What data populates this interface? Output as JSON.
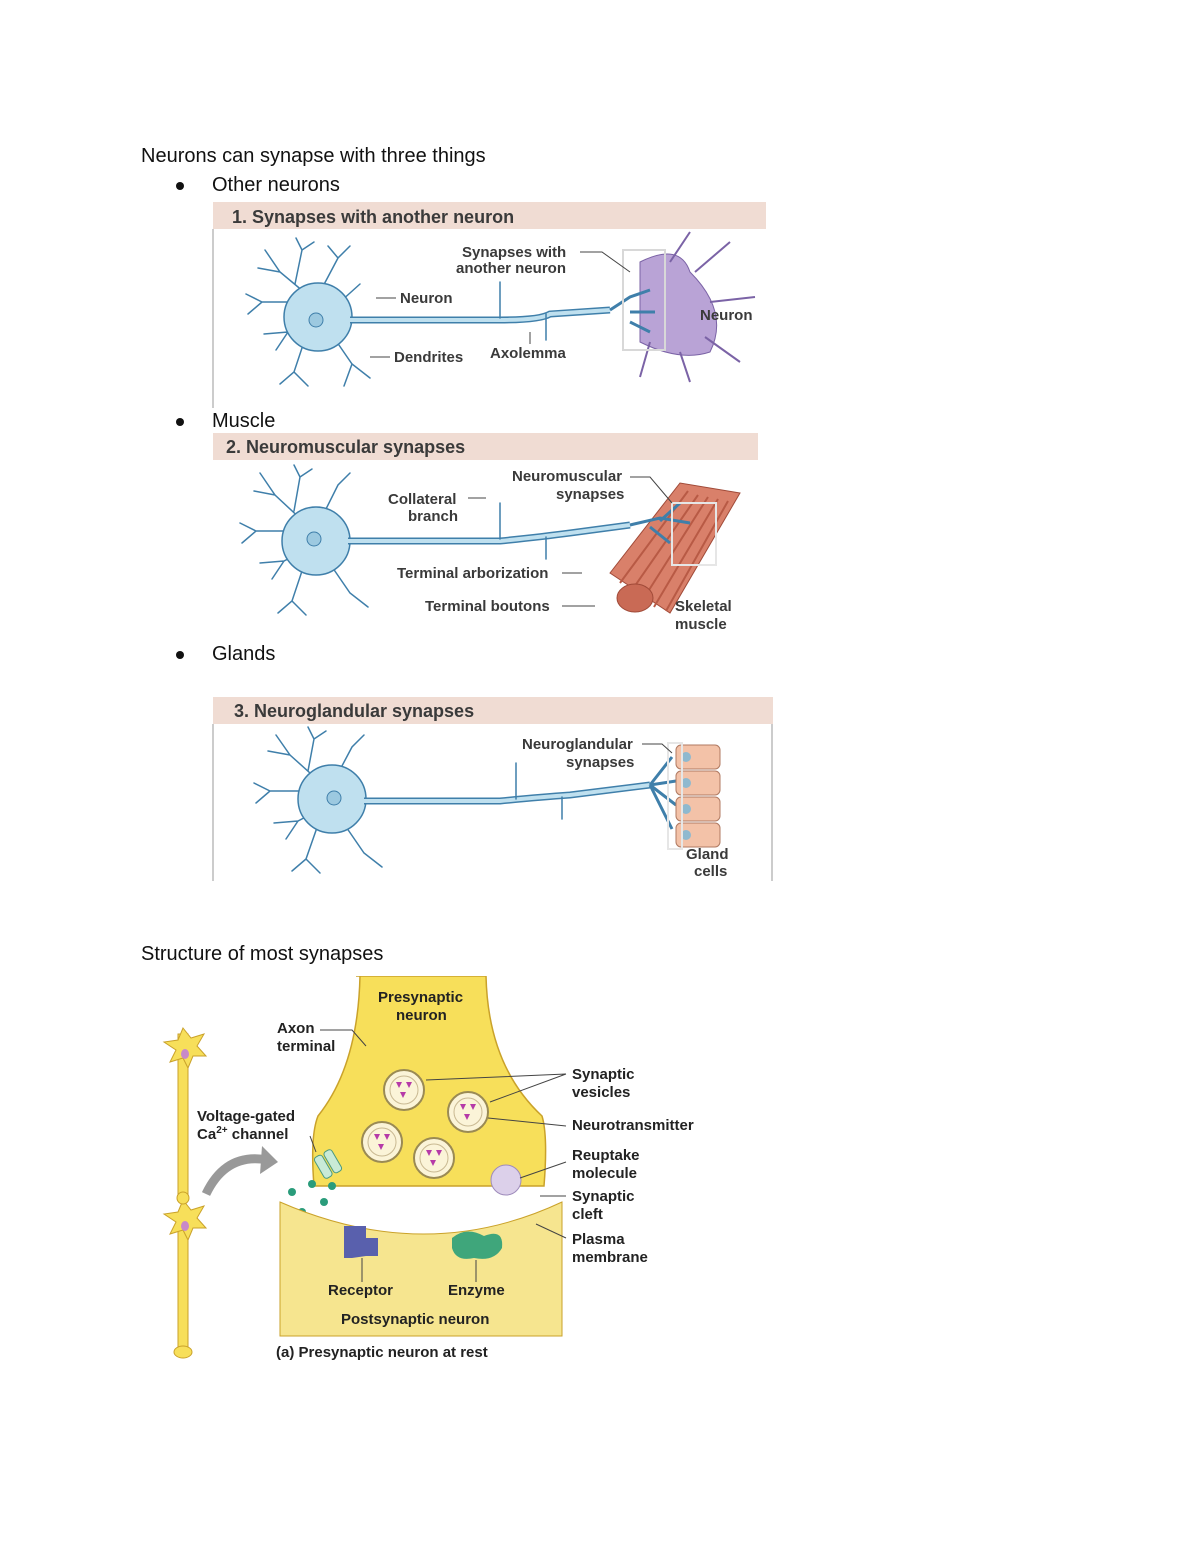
{
  "section1": {
    "heading": "Neurons can synapse with three things",
    "bullets": [
      "Other neurons",
      "Muscle",
      "Glands"
    ]
  },
  "figure1": {
    "header": "1. Synapses with another neuron",
    "labels": {
      "synapses_with": "Synapses with",
      "another_neuron": "another neuron",
      "neuron_left": "Neuron",
      "dendrites": "Dendrites",
      "axolemma": "Axolemma",
      "neuron_right": "Neuron"
    }
  },
  "figure2": {
    "header": "2. Neuromuscular synapses",
    "labels": {
      "collateral": "Collateral",
      "branch": "branch",
      "neuromuscular": "Neuromuscular",
      "synapses": "synapses",
      "terminal_arborization": "Terminal arborization",
      "terminal_boutons": "Terminal boutons",
      "skeletal": "Skeletal",
      "muscle": "muscle"
    }
  },
  "figure3": {
    "header": "3. Neuroglandular synapses",
    "labels": {
      "neuroglandular": "Neuroglandular",
      "synapses": "synapses",
      "gland": "Gland",
      "cells": "cells"
    }
  },
  "section2": {
    "heading": "Structure of most synapses"
  },
  "figure4": {
    "labels": {
      "presynaptic": "Presynaptic",
      "neuron": "neuron",
      "axon": "Axon",
      "terminal": "terminal",
      "voltage_gated": "Voltage-gated",
      "ca_prefix": "Ca",
      "ca_sup": "2+",
      "ca_suffix": " channel",
      "synaptic_vesicles_1": "Synaptic",
      "synaptic_vesicles_2": "vesicles",
      "neurotransmitter": "Neurotransmitter",
      "reuptake_1": "Reuptake",
      "reuptake_2": "molecule",
      "cleft_1": "Synaptic",
      "cleft_2": "cleft",
      "plasma_1": "Plasma",
      "plasma_2": "membrane",
      "receptor": "Receptor",
      "enzyme": "Enzyme",
      "postsynaptic": "Postsynaptic neuron",
      "caption_tag": "(a)",
      "caption": " Presynaptic neuron at rest"
    }
  },
  "colors": {
    "neuron_fill": "#bfe0ef",
    "neuron_stroke": "#3f7faa",
    "header_band": "#f0dcd3",
    "synapse_yellow": "#f7df5a",
    "post_yellow": "#f6e58f",
    "muscle": "#d9806a",
    "purple_neuron": "#b9a3d6"
  }
}
